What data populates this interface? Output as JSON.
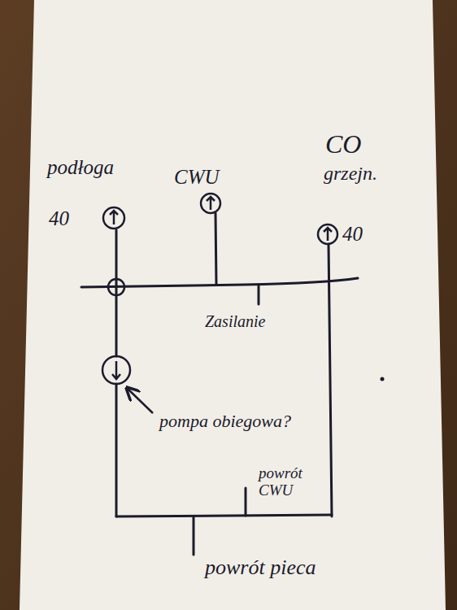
{
  "diagram": {
    "labels": [
      "podłoga",
      "40",
      "CWU",
      "CO",
      "grzejn.",
      "40",
      "Zasilanie",
      "pompa obiegowa?",
      "powrót CWU",
      "powrót pieca"
    ]
  }
}
